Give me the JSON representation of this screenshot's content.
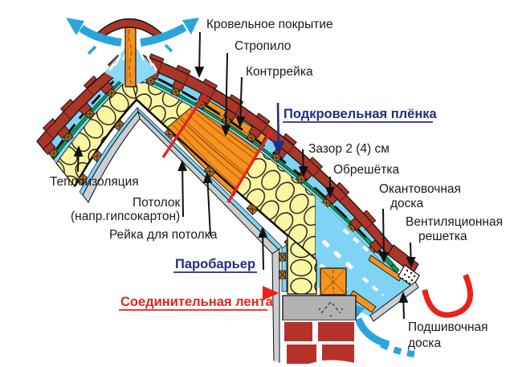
{
  "diagram": {
    "type": "roof-construction-cross-section",
    "language": "ru"
  },
  "labels": {
    "roofing": "Кровельное покрытие",
    "rafter": "Стропило",
    "counter_batten": "Контррейка",
    "underlay_film": "Подкровельная плёнка",
    "gap": "Зазор 2 (4) см",
    "batten": "Обрешётка",
    "edge_board_l1": "Окантовочная",
    "edge_board_l2": "доска",
    "vent_grille_l1": "Вентиляционная",
    "vent_grille_l2": "решетка",
    "insulation": "Теплоизоляция",
    "ceiling_l1": "Потолок",
    "ceiling_l2": "(напр.гипсокартон)",
    "ceiling_batten": "Рейка для потолка",
    "vapor_barrier": "Паробарьер",
    "tape": "Соединительная лента",
    "soffit_l1": "Подшивочная",
    "soffit_l2": "доска"
  },
  "colors": {
    "tile_red": "#A93629",
    "brick_red": "#B5322B",
    "accent_red": "#E8231C",
    "cyan_light": "#7FD3F5",
    "cyan_slot": "#8ED9F7",
    "cyan_arrow": "#2AA5DC",
    "film_green": "#00A650",
    "insulation_yellow": "#FCF6A3",
    "wood_orange": "#F6921E",
    "wood_brown": "#B06F25",
    "board_gray": "#C9CFD3",
    "concrete_gray": "#B2B2B2",
    "label_navy": "#232E7E",
    "text_black": "#1a1a1a"
  }
}
